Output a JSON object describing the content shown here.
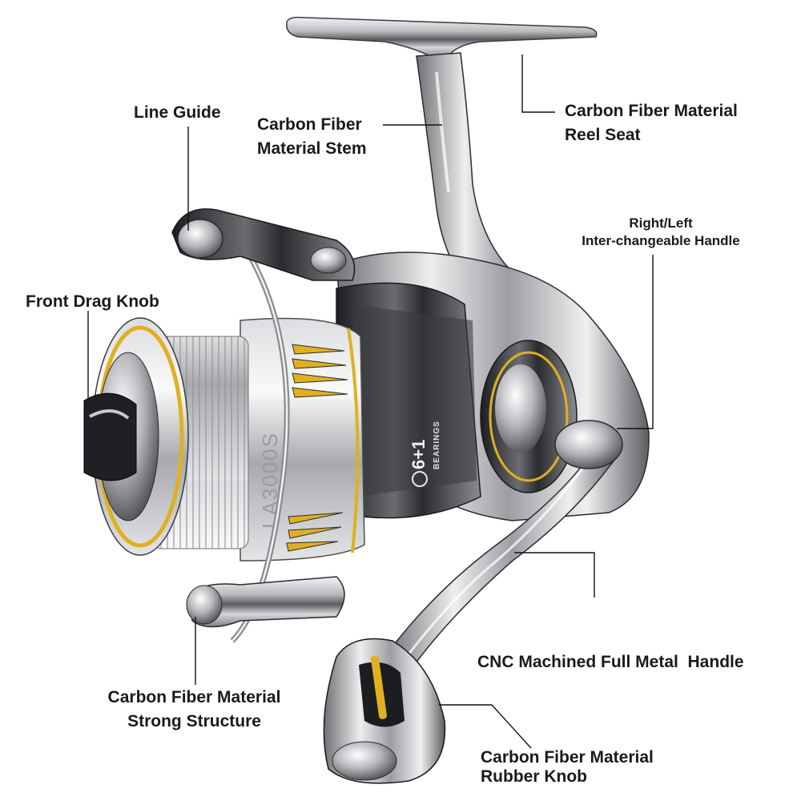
{
  "product": {
    "model_marking": "LA3000S",
    "bearing_badge": {
      "count": "6+1",
      "text": "BEARINGS"
    }
  },
  "callouts": [
    {
      "id": "line-guide",
      "lines": [
        "Line Guide"
      ]
    },
    {
      "id": "stem",
      "lines": [
        "Carbon Fiber",
        "Material Stem"
      ]
    },
    {
      "id": "reel-seat",
      "lines": [
        "Carbon Fiber Material",
        "Reel Seat"
      ]
    },
    {
      "id": "handle-interchangeable",
      "lines": [
        "Right/Left",
        "Inter-changeable Handle"
      ]
    },
    {
      "id": "front-drag",
      "lines": [
        "Front Drag Knob"
      ]
    },
    {
      "id": "cnc-handle",
      "lines": [
        "CNC Machined Full Metal  Handle"
      ]
    },
    {
      "id": "strong-structure",
      "lines": [
        "Carbon Fiber Material",
        "Strong Structure"
      ]
    },
    {
      "id": "rubber-knob",
      "lines": [
        "Carbon Fiber Material",
        "Rubber Knob"
      ]
    }
  ],
  "colors": {
    "accent_gold": "#e0b020",
    "metal_light": "#e8e8ea",
    "metal_mid": "#9a9ca0",
    "metal_dark": "#2a2b2e",
    "label_text": "#1a1a1a",
    "leader_line": "#111111"
  }
}
